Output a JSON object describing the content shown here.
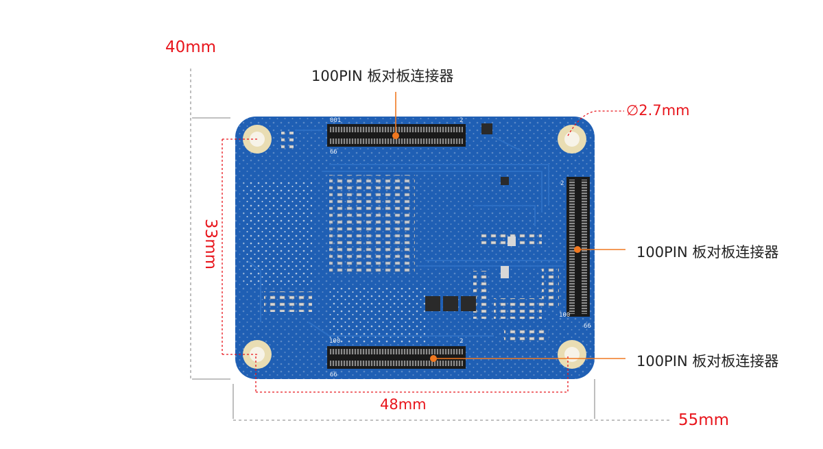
{
  "dimensions": {
    "height_total": "40mm",
    "width_total": "55mm",
    "hole_spacing_vertical": "33mm",
    "hole_spacing_horizontal": "48mm",
    "hole_diameter": "∅2.7mm"
  },
  "callouts": {
    "top_connector": "100PIN 板对板连接器",
    "right_connector": "100PIN 板对板连接器",
    "bottom_connector": "100PIN 板对板连接器"
  },
  "silkscreen": {
    "top_left": "001",
    "top_right": "2",
    "top_bottom_left": "66",
    "right_top": "2",
    "right_bottom": "100",
    "right_corner": "66",
    "bottom_left": "100",
    "bottom_right": "2",
    "bottom_under": "66"
  },
  "colors": {
    "board": "#1f5fb4",
    "board_dark": "#164b94",
    "pad_ring": "#e9ddb3",
    "dimension_red": "#e8141b",
    "leader_orange": "#f07820",
    "guide_gray": "#9a9a9a"
  }
}
